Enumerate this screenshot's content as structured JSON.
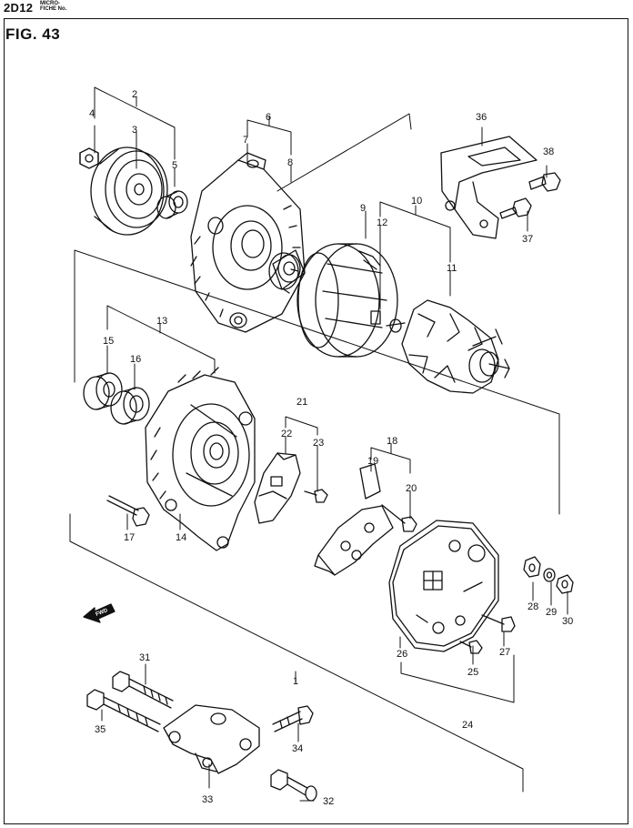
{
  "header": {
    "code": "2D12",
    "micro_line1": "MICRO-",
    "micro_line2": "FICHE No.",
    "figure": "FIG.  43"
  },
  "fwd_label": "FWD",
  "callouts": [
    "1",
    "2",
    "3",
    "4",
    "5",
    "6",
    "7",
    "8",
    "9",
    "10",
    "11",
    "12",
    "13",
    "14",
    "15",
    "16",
    "17",
    "18",
    "19",
    "20",
    "21",
    "22",
    "23",
    "24",
    "25",
    "26",
    "27",
    "28",
    "29",
    "30",
    "31",
    "32",
    "33",
    "34",
    "35",
    "36",
    "37",
    "38"
  ]
}
